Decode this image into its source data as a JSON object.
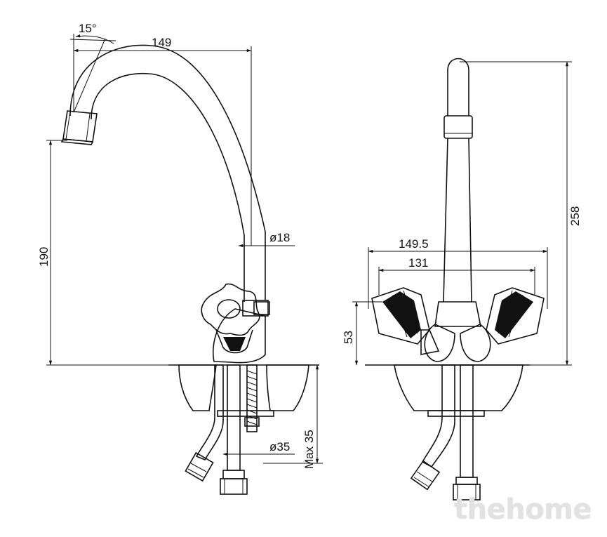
{
  "dimensions": {
    "angle": "15°",
    "spout_reach": "149",
    "spout_height": "190",
    "pipe_diameter": "ø18",
    "thread_diameter": "ø35",
    "max_thread_length": "Max 35",
    "total_height": "258",
    "overall_width": "149.5",
    "handle_spacing": "131",
    "handle_height": "53"
  },
  "watermark": "thehome"
}
